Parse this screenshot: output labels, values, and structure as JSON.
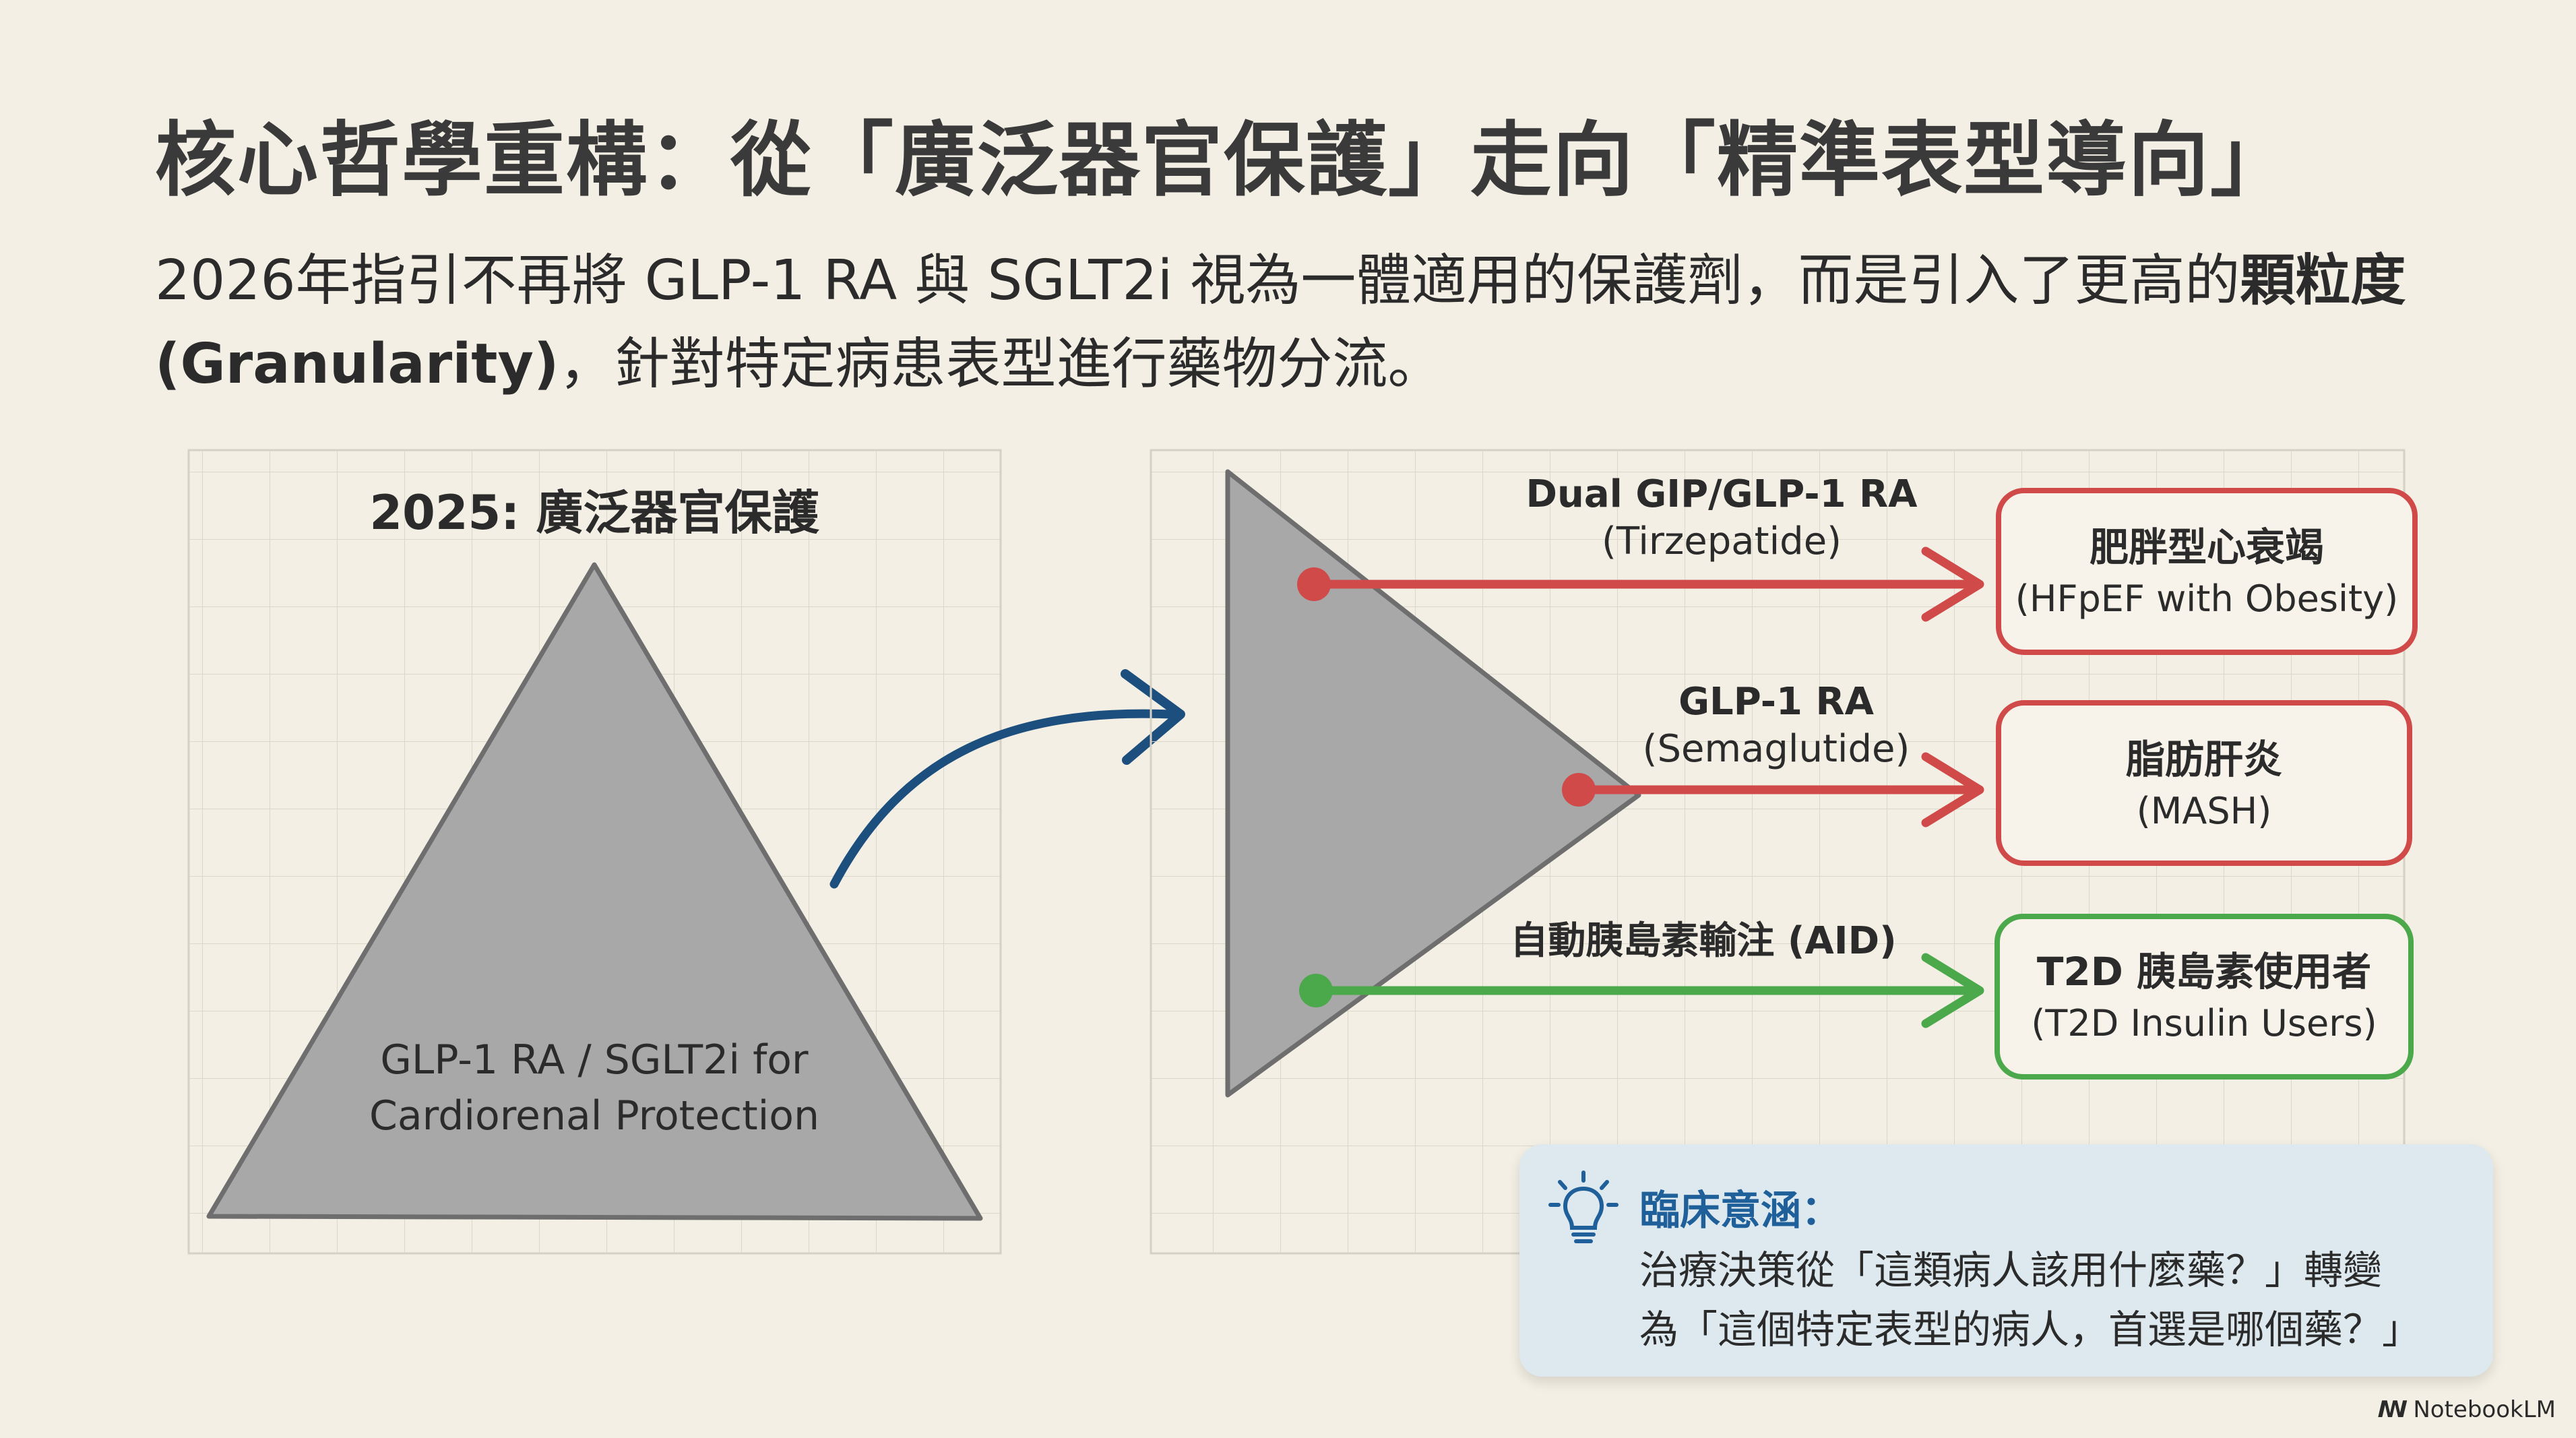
{
  "slide": {
    "title": "核心哲學重構：從「廣泛器官保護」走向「精準表型導向」",
    "intro_part1": "2026年指引不再將 GLP-1 RA 與 SGLT2i 視為一體適用的保護劑，而是引入了更高的",
    "intro_bold1": "顆粒度",
    "intro_bold2": "(Granularity)",
    "intro_part2": "，針對特定病患表型進行藥物分流。"
  },
  "left_panel": {
    "heading": "2025: 廣泛器官保護",
    "triangle_line1": "GLP-1 RA / SGLT2i for",
    "triangle_line2": "Cardiorenal Protection"
  },
  "right_panel": {
    "routes": [
      {
        "drug": "Dual GIP/GLP-1 RA",
        "agent": "(Tirzepatide)",
        "target": "肥胖型心衰竭",
        "target_en": "(HFpEF with Obesity)",
        "color": "#d04a4a"
      },
      {
        "drug": "GLP-1 RA",
        "agent": "(Semaglutide)",
        "target": "脂肪肝炎",
        "target_en": "(MASH)",
        "color": "#d04a4a"
      },
      {
        "drug": "自動胰島素輸注 (AID)",
        "agent": "",
        "target": "T2D 胰島素使用者",
        "target_en": "(T2D Insulin Users)",
        "color": "#4ba84b"
      }
    ]
  },
  "callout": {
    "icon": "lightbulb-icon",
    "heading": "臨床意涵：",
    "line1": "治療決策從「這類病人該用什麼藥？」轉變",
    "line2": "為「這個特定表型的病人，首選是哪個藥？」"
  },
  "watermark": {
    "mark": "ꟿ",
    "text": "NotebookLM"
  },
  "colors": {
    "background": "#f3efe4",
    "triangle_fill": "#a8a8a8",
    "triangle_stroke": "#6e6e6e",
    "transition_arrow": "#1d4f7e",
    "red_route": "#d04a4a",
    "green_route": "#4ba84b",
    "callout_heading": "#1f5f9a"
  }
}
